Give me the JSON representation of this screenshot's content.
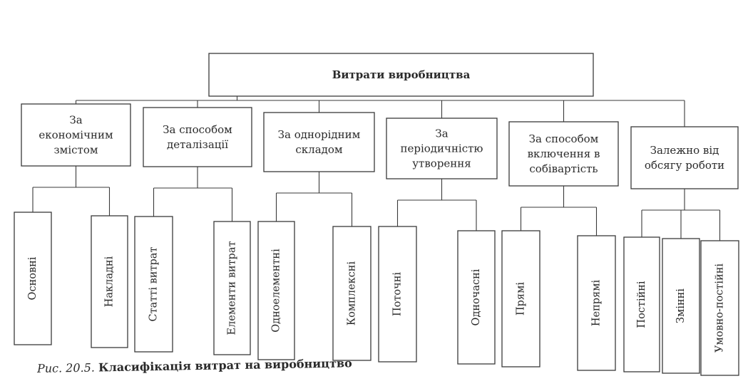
{
  "diagram": {
    "root": "Витрати виробництва",
    "categories": [
      {
        "label": [
          "За",
          "економічним",
          "змістом"
        ],
        "leaves": [
          "Основні",
          "Накладні"
        ]
      },
      {
        "label": [
          "За способом",
          "деталізації"
        ],
        "leaves": [
          "Статті витрат",
          "Елементи витрат"
        ]
      },
      {
        "label": [
          "За однорідним",
          "складом"
        ],
        "leaves": [
          "Одноелементні",
          "Комплексні"
        ]
      },
      {
        "label": [
          "За",
          "періодичністю",
          "утворення"
        ],
        "leaves": [
          "Поточні",
          "Одночасні"
        ]
      },
      {
        "label": [
          "За способом",
          "включення в",
          "собівартість"
        ],
        "leaves": [
          "Прямі",
          "Непрямі"
        ]
      },
      {
        "label": [
          "Залежно від",
          "обсягу роботи"
        ],
        "leaves": [
          "Постійні",
          "Змінні",
          "Умовно-постійні"
        ]
      }
    ]
  },
  "caption": {
    "figure_label": "Рис. 20.5.",
    "text": "Класифікація витрат на виробництво"
  }
}
